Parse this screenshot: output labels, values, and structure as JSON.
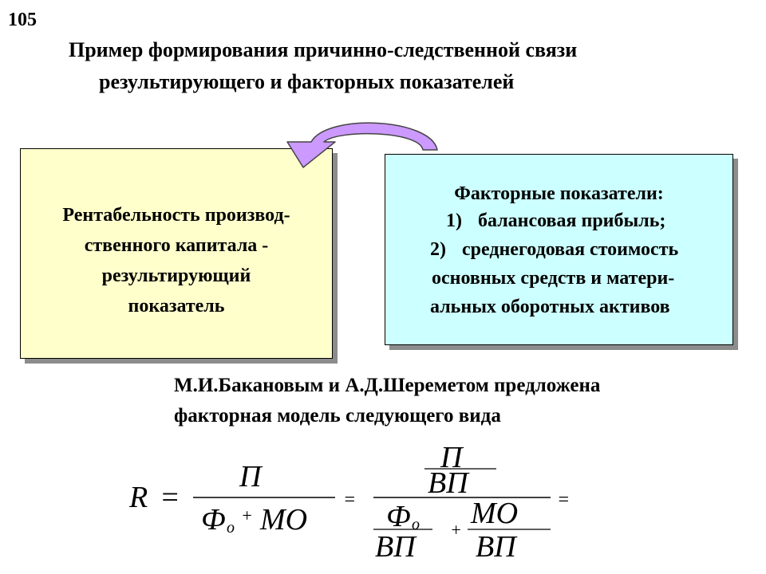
{
  "slide_number": "105",
  "title": {
    "line1": "Пример формирования причинно-следственной связи",
    "line2": "результирующего и факторных показателей"
  },
  "left_box": {
    "lines": [
      "Рентабельность производ-",
      "ственного капитала -",
      "результирующий",
      "показатель"
    ]
  },
  "right_box": {
    "heading": "Факторные показатели:",
    "item1_num": "1)",
    "item1_text": "балансовая прибыль;",
    "item2_num": "2)",
    "item2_text": "среднегодовая стоимость",
    "item2_cont": "основных средств и матери-",
    "item2_cont2": "альных оборотных активов"
  },
  "caption": {
    "line1": "М.И.Бакановым и А.Д.Шереметом предложена",
    "line2": "факторная модель следующего вида"
  },
  "formula": {
    "lhs": "R",
    "eq": "=",
    "numerator": "П",
    "fo": "Ф",
    "fo_sub": "о",
    "plus": "+",
    "mo": "МО",
    "vp": "ВП"
  },
  "colors": {
    "left_box_fill": "#ffffcc",
    "right_box_fill": "#ccffff",
    "arrow_fill": "#cc99ff"
  }
}
